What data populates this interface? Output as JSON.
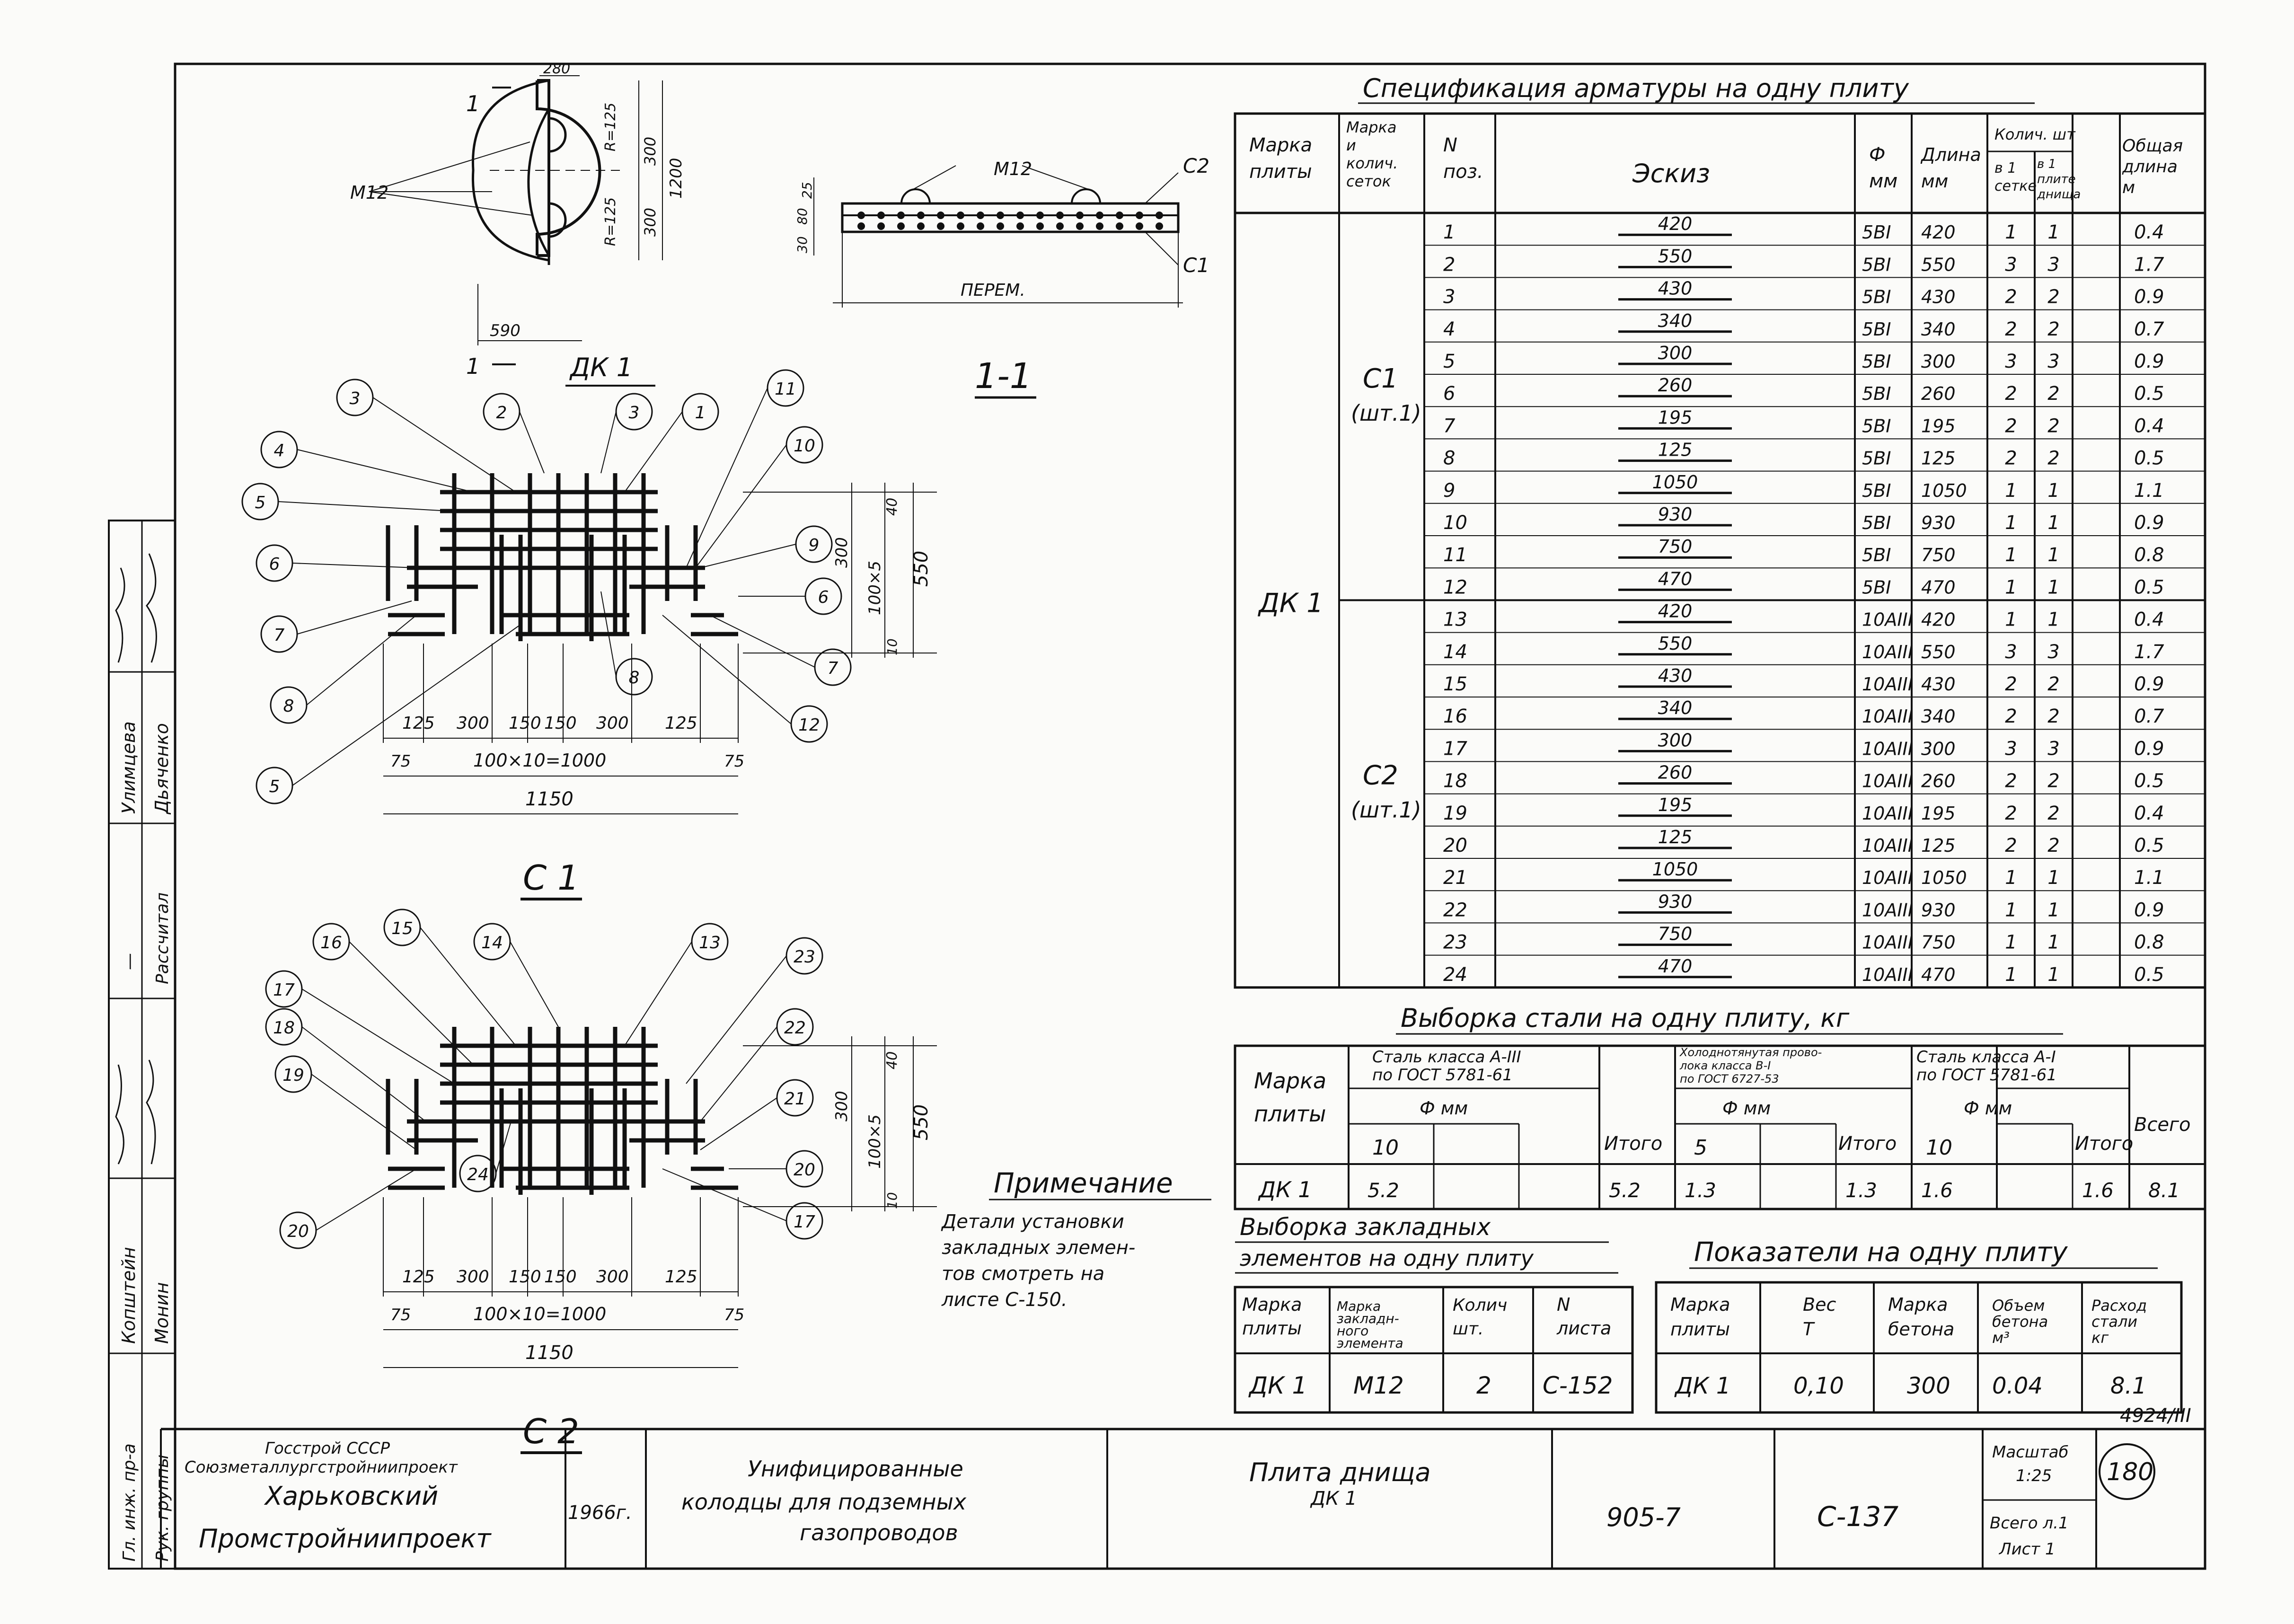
{
  "drawing": {
    "section_mark": "1",
    "label_dk1": "ДК 1",
    "label_section": "1-1",
    "label_m12": "М12",
    "label_c1": "С1",
    "label_c2": "С2",
    "label_perem": "ПЕРЕМ.",
    "dims_plan": {
      "d280": "280",
      "r125a": "R=125",
      "r125b": "R=125",
      "d300a": "300",
      "d300b": "300",
      "d1200": "1200",
      "d590": "590"
    },
    "dims_sec": {
      "d25": "25",
      "d80": "80",
      "d30": "30"
    },
    "mesh_c1": {
      "title": "С 1",
      "bubbles": [
        "3",
        "2",
        "3",
        "1",
        "11",
        "4",
        "10",
        "5",
        "9",
        "6",
        "6",
        "7",
        "7",
        "8",
        "8",
        "12",
        "5"
      ],
      "dims_bottom": [
        "125",
        "300",
        "150",
        "150",
        "300",
        "125"
      ],
      "dim_75l": "75",
      "dim_total": "100×10=1000",
      "dim_75r": "75",
      "dim_1150": "1150",
      "dims_right": [
        "40",
        "300",
        "100×5",
        "10",
        "550"
      ]
    },
    "mesh_c2": {
      "title": "С 2",
      "bubbles": [
        "16",
        "15",
        "14",
        "13",
        "23",
        "17",
        "18",
        "22",
        "19",
        "21",
        "24",
        "20",
        "20",
        "17"
      ],
      "dims_bottom": [
        "125",
        "300",
        "150",
        "150",
        "300",
        "125"
      ],
      "dim_75l": "75",
      "dim_total": "100×10=1000",
      "dim_75r": "75",
      "dim_1150": "1150",
      "dims_right": [
        "40",
        "300",
        "100×5",
        "10",
        "550"
      ]
    }
  },
  "spec": {
    "title": "Спецификация арматуры на одну плиту",
    "headers": {
      "mark": [
        "Марка",
        "плиты"
      ],
      "mesh": [
        "Марка",
        "и",
        "колич.",
        "сеток"
      ],
      "pos": [
        "N",
        "поз."
      ],
      "sketch": "Эскиз",
      "dia": [
        "Ф",
        "мм"
      ],
      "len": [
        "Длина",
        "мм"
      ],
      "qty": "Колич. шт",
      "qty_mesh": [
        "в 1",
        "сетке"
      ],
      "qty_plate": [
        "в 1",
        "плите",
        "днища"
      ],
      "total": [
        "Общая",
        "длина",
        "м"
      ]
    },
    "plate_mark": "ДК 1",
    "meshes": [
      {
        "name": "С1",
        "count": "(шт.1)"
      },
      {
        "name": "С2",
        "count": "(шт.1)"
      }
    ],
    "rows": [
      {
        "pos": "1",
        "sketch": "420",
        "dia": "5BI",
        "len": "420",
        "q1": "1",
        "q2": "1",
        "total": "0.4"
      },
      {
        "pos": "2",
        "sketch": "550",
        "dia": "5BI",
        "len": "550",
        "q1": "3",
        "q2": "3",
        "total": "1.7"
      },
      {
        "pos": "3",
        "sketch": "430",
        "dia": "5BI",
        "len": "430",
        "q1": "2",
        "q2": "2",
        "total": "0.9"
      },
      {
        "pos": "4",
        "sketch": "340",
        "dia": "5BI",
        "len": "340",
        "q1": "2",
        "q2": "2",
        "total": "0.7"
      },
      {
        "pos": "5",
        "sketch": "300",
        "dia": "5BI",
        "len": "300",
        "q1": "3",
        "q2": "3",
        "total": "0.9"
      },
      {
        "pos": "6",
        "sketch": "260",
        "dia": "5BI",
        "len": "260",
        "q1": "2",
        "q2": "2",
        "total": "0.5"
      },
      {
        "pos": "7",
        "sketch": "195",
        "dia": "5BI",
        "len": "195",
        "q1": "2",
        "q2": "2",
        "total": "0.4"
      },
      {
        "pos": "8",
        "sketch": "125",
        "dia": "5BI",
        "len": "125",
        "q1": "2",
        "q2": "2",
        "total": "0.5"
      },
      {
        "pos": "9",
        "sketch": "1050",
        "dia": "5BI",
        "len": "1050",
        "q1": "1",
        "q2": "1",
        "total": "1.1"
      },
      {
        "pos": "10",
        "sketch": "930",
        "dia": "5BI",
        "len": "930",
        "q1": "1",
        "q2": "1",
        "total": "0.9"
      },
      {
        "pos": "11",
        "sketch": "750",
        "dia": "5BI",
        "len": "750",
        "q1": "1",
        "q2": "1",
        "total": "0.8"
      },
      {
        "pos": "12",
        "sketch": "470",
        "dia": "5BI",
        "len": "470",
        "q1": "1",
        "q2": "1",
        "total": "0.5"
      },
      {
        "pos": "13",
        "sketch": "420",
        "dia": "10AIII",
        "len": "420",
        "q1": "1",
        "q2": "1",
        "total": "0.4"
      },
      {
        "pos": "14",
        "sketch": "550",
        "dia": "10AIII",
        "len": "550",
        "q1": "3",
        "q2": "3",
        "total": "1.7"
      },
      {
        "pos": "15",
        "sketch": "430",
        "dia": "10AIII",
        "len": "430",
        "q1": "2",
        "q2": "2",
        "total": "0.9"
      },
      {
        "pos": "16",
        "sketch": "340",
        "dia": "10AIII",
        "len": "340",
        "q1": "2",
        "q2": "2",
        "total": "0.7"
      },
      {
        "pos": "17",
        "sketch": "300",
        "dia": "10AIII",
        "len": "300",
        "q1": "3",
        "q2": "3",
        "total": "0.9"
      },
      {
        "pos": "18",
        "sketch": "260",
        "dia": "10AIII",
        "len": "260",
        "q1": "2",
        "q2": "2",
        "total": "0.5"
      },
      {
        "pos": "19",
        "sketch": "195",
        "dia": "10AIII",
        "len": "195",
        "q1": "2",
        "q2": "2",
        "total": "0.4"
      },
      {
        "pos": "20",
        "sketch": "125",
        "dia": "10AIII",
        "len": "125",
        "q1": "2",
        "q2": "2",
        "total": "0.5"
      },
      {
        "pos": "21",
        "sketch": "1050",
        "dia": "10AIII",
        "len": "1050",
        "q1": "1",
        "q2": "1",
        "total": "1.1"
      },
      {
        "pos": "22",
        "sketch": "930",
        "dia": "10AIII",
        "len": "930",
        "q1": "1",
        "q2": "1",
        "total": "0.9"
      },
      {
        "pos": "23",
        "sketch": "750",
        "dia": "10AIII",
        "len": "750",
        "q1": "1",
        "q2": "1",
        "total": "0.8"
      },
      {
        "pos": "24",
        "sketch": "470",
        "dia": "10AIII",
        "len": "470",
        "q1": "1",
        "q2": "1",
        "total": "0.5"
      }
    ]
  },
  "steel": {
    "title": "Выборка стали на одну плиту, кг",
    "h_mark": [
      "Марка",
      "плиты"
    ],
    "h_a3": [
      "Сталь класса А-III",
      "по ГОСТ 5781-61"
    ],
    "h_b1": [
      "Холоднотянутая прово-",
      "лока класса В-I",
      "по ГОСТ 6727-53"
    ],
    "h_a1": [
      "Сталь класса А-I",
      "по ГОСТ 5781-61"
    ],
    "h_fmm": "Ф мм",
    "h_total": "Итого",
    "h_all": "Всего",
    "d_a3": "10",
    "d_b1": "5",
    "d_a1": "10",
    "row": {
      "mark": "ДК 1",
      "a3": "5.2",
      "a3_t": "5.2",
      "b1": "1.3",
      "b1_t": "1.3",
      "a1": "1.6",
      "a1_t": "1.6",
      "all": "8.1"
    }
  },
  "note": {
    "title": "Примечание",
    "lines": [
      "Детали установки",
      "закладных элемен-",
      "тов смотреть на",
      "листе С-150."
    ]
  },
  "embed": {
    "title1": "Выборка закладных",
    "title2": "элементов на одну плиту",
    "h": [
      [
        "Марка",
        "плиты"
      ],
      [
        "Марка",
        "закладн-",
        "ного",
        "элемента"
      ],
      [
        "Колич",
        "шт."
      ],
      [
        "N",
        "листа"
      ]
    ],
    "row": [
      "ДК 1",
      "М12",
      "2",
      "С-152"
    ]
  },
  "indicators": {
    "title": "Показатели на одну плиту",
    "h": [
      [
        "Марка",
        "плиты"
      ],
      [
        "Вес",
        "Т"
      ],
      [
        "Марка",
        "бетона"
      ],
      [
        "Объем",
        "бетона",
        "м³"
      ],
      [
        "Расход",
        "стали",
        "кг"
      ]
    ],
    "row": [
      "ДК 1",
      "0,10",
      "300",
      "0.04",
      "8.1"
    ]
  },
  "title_block": {
    "org1": "Госстрой СССР",
    "org2": "Союзметаллургстройниипроект",
    "org3": "Харьковский",
    "org4": "Промстройниипроект",
    "year": "1966г.",
    "project": [
      "Унифицированные",
      "колодцы для подземных",
      "газопроводов"
    ],
    "sheet_name": [
      "Плита днища",
      "ДК 1"
    ],
    "series": "905-7",
    "sheet_no": "С-137",
    "scale_label": "Масштаб",
    "scale": "1:25",
    "total_sheets": "Всего л.1",
    "sheet": "Лист 1",
    "page": "180",
    "archive": "4924/III"
  },
  "side_stamp": {
    "roles": [
      "Гл. инж. пр-а",
      "Рук. группы",
      "—",
      "Рассчитал"
    ],
    "names": [
      "Копштейн",
      "Монин",
      "Улимцева",
      "Дьяченко"
    ]
  }
}
